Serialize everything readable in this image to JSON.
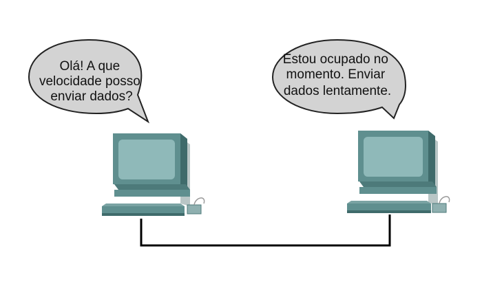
{
  "left_computer": {
    "speech": [
      "Olá! A que",
      "velocidade posso",
      "enviar dados?"
    ]
  },
  "right_computer": {
    "speech": [
      "Estou ocupado no",
      "momento. Enviar",
      "dados lentamente."
    ]
  },
  "colors": {
    "bubble_fill": "#d3d3d3",
    "bubble_stroke": "#222222",
    "computer_body": "#5f8f8f",
    "computer_dark": "#3f6b6b",
    "screen": "#8fb9b9",
    "cable": "#000000"
  }
}
